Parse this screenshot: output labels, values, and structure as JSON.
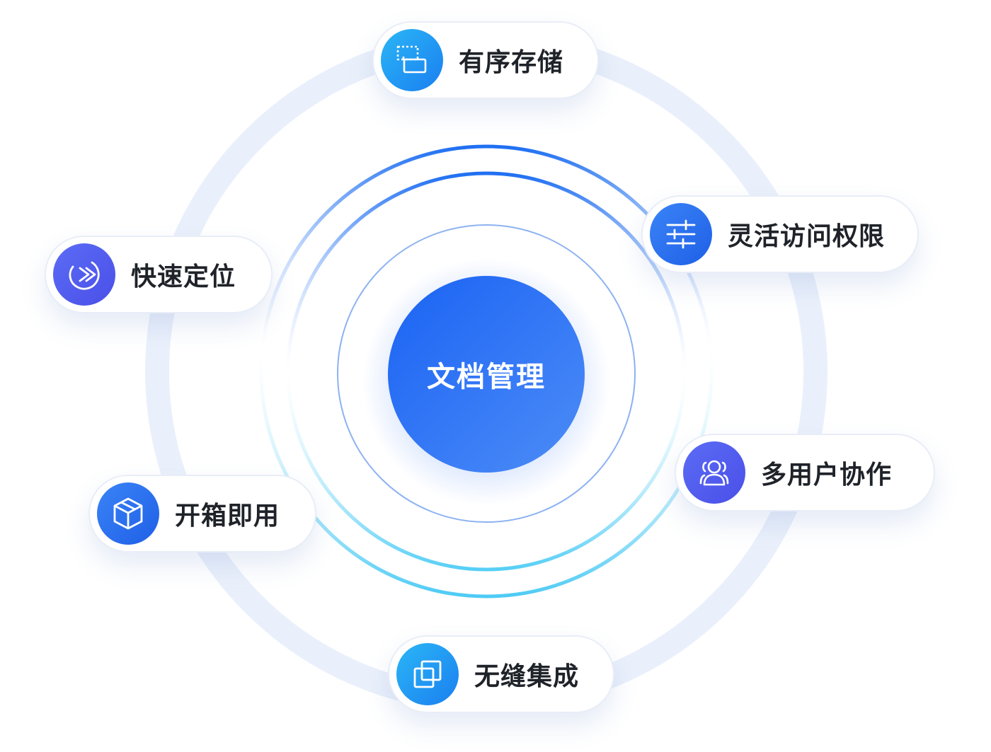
{
  "center": {
    "label": "文档管理"
  },
  "features": [
    {
      "label": "有序存储",
      "icon": "storage-icon",
      "color": "#1f8cf3"
    },
    {
      "label": "灵活访问权限",
      "icon": "sliders-icon",
      "color": "#2a6ff0"
    },
    {
      "label": "多用户协作",
      "icon": "users-icon",
      "color": "#4f5bec"
    },
    {
      "label": "无缝集成",
      "icon": "layers-icon",
      "color": "#1a9af4"
    },
    {
      "label": "开箱即用",
      "icon": "box-icon",
      "color": "#2a6ff0"
    },
    {
      "label": "快速定位",
      "icon": "locate-icon",
      "color": "#4f5bec"
    }
  ]
}
